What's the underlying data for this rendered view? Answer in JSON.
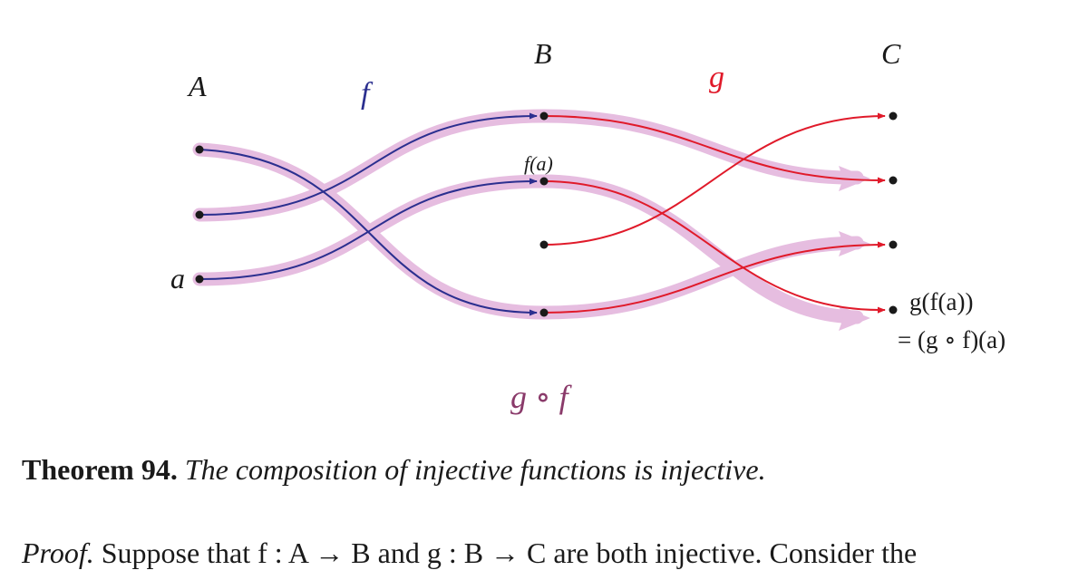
{
  "figure": {
    "set_labels": {
      "A": "A",
      "B": "B",
      "C": "C"
    },
    "map_labels": {
      "f": "f",
      "g": "g",
      "composition": "g ∘ f"
    },
    "element_label_a": "a",
    "element_label_fa": "f(a)",
    "result_label_line1": "g(f(a))",
    "result_label_line2": "= (g ∘ f)(a)",
    "colors": {
      "f_arrow": "#2b2f8f",
      "g_arrow": "#e01a2a",
      "composition_band": "#e6bde0",
      "composition_label": "#8a3a6a"
    }
  },
  "theorem": {
    "heading": "Theorem 94.",
    "statement": "The composition of injective functions is injective."
  },
  "proof": {
    "heading": "Proof.",
    "text": "Suppose that f : A → B and g : B → C are both injective. Consider the"
  }
}
